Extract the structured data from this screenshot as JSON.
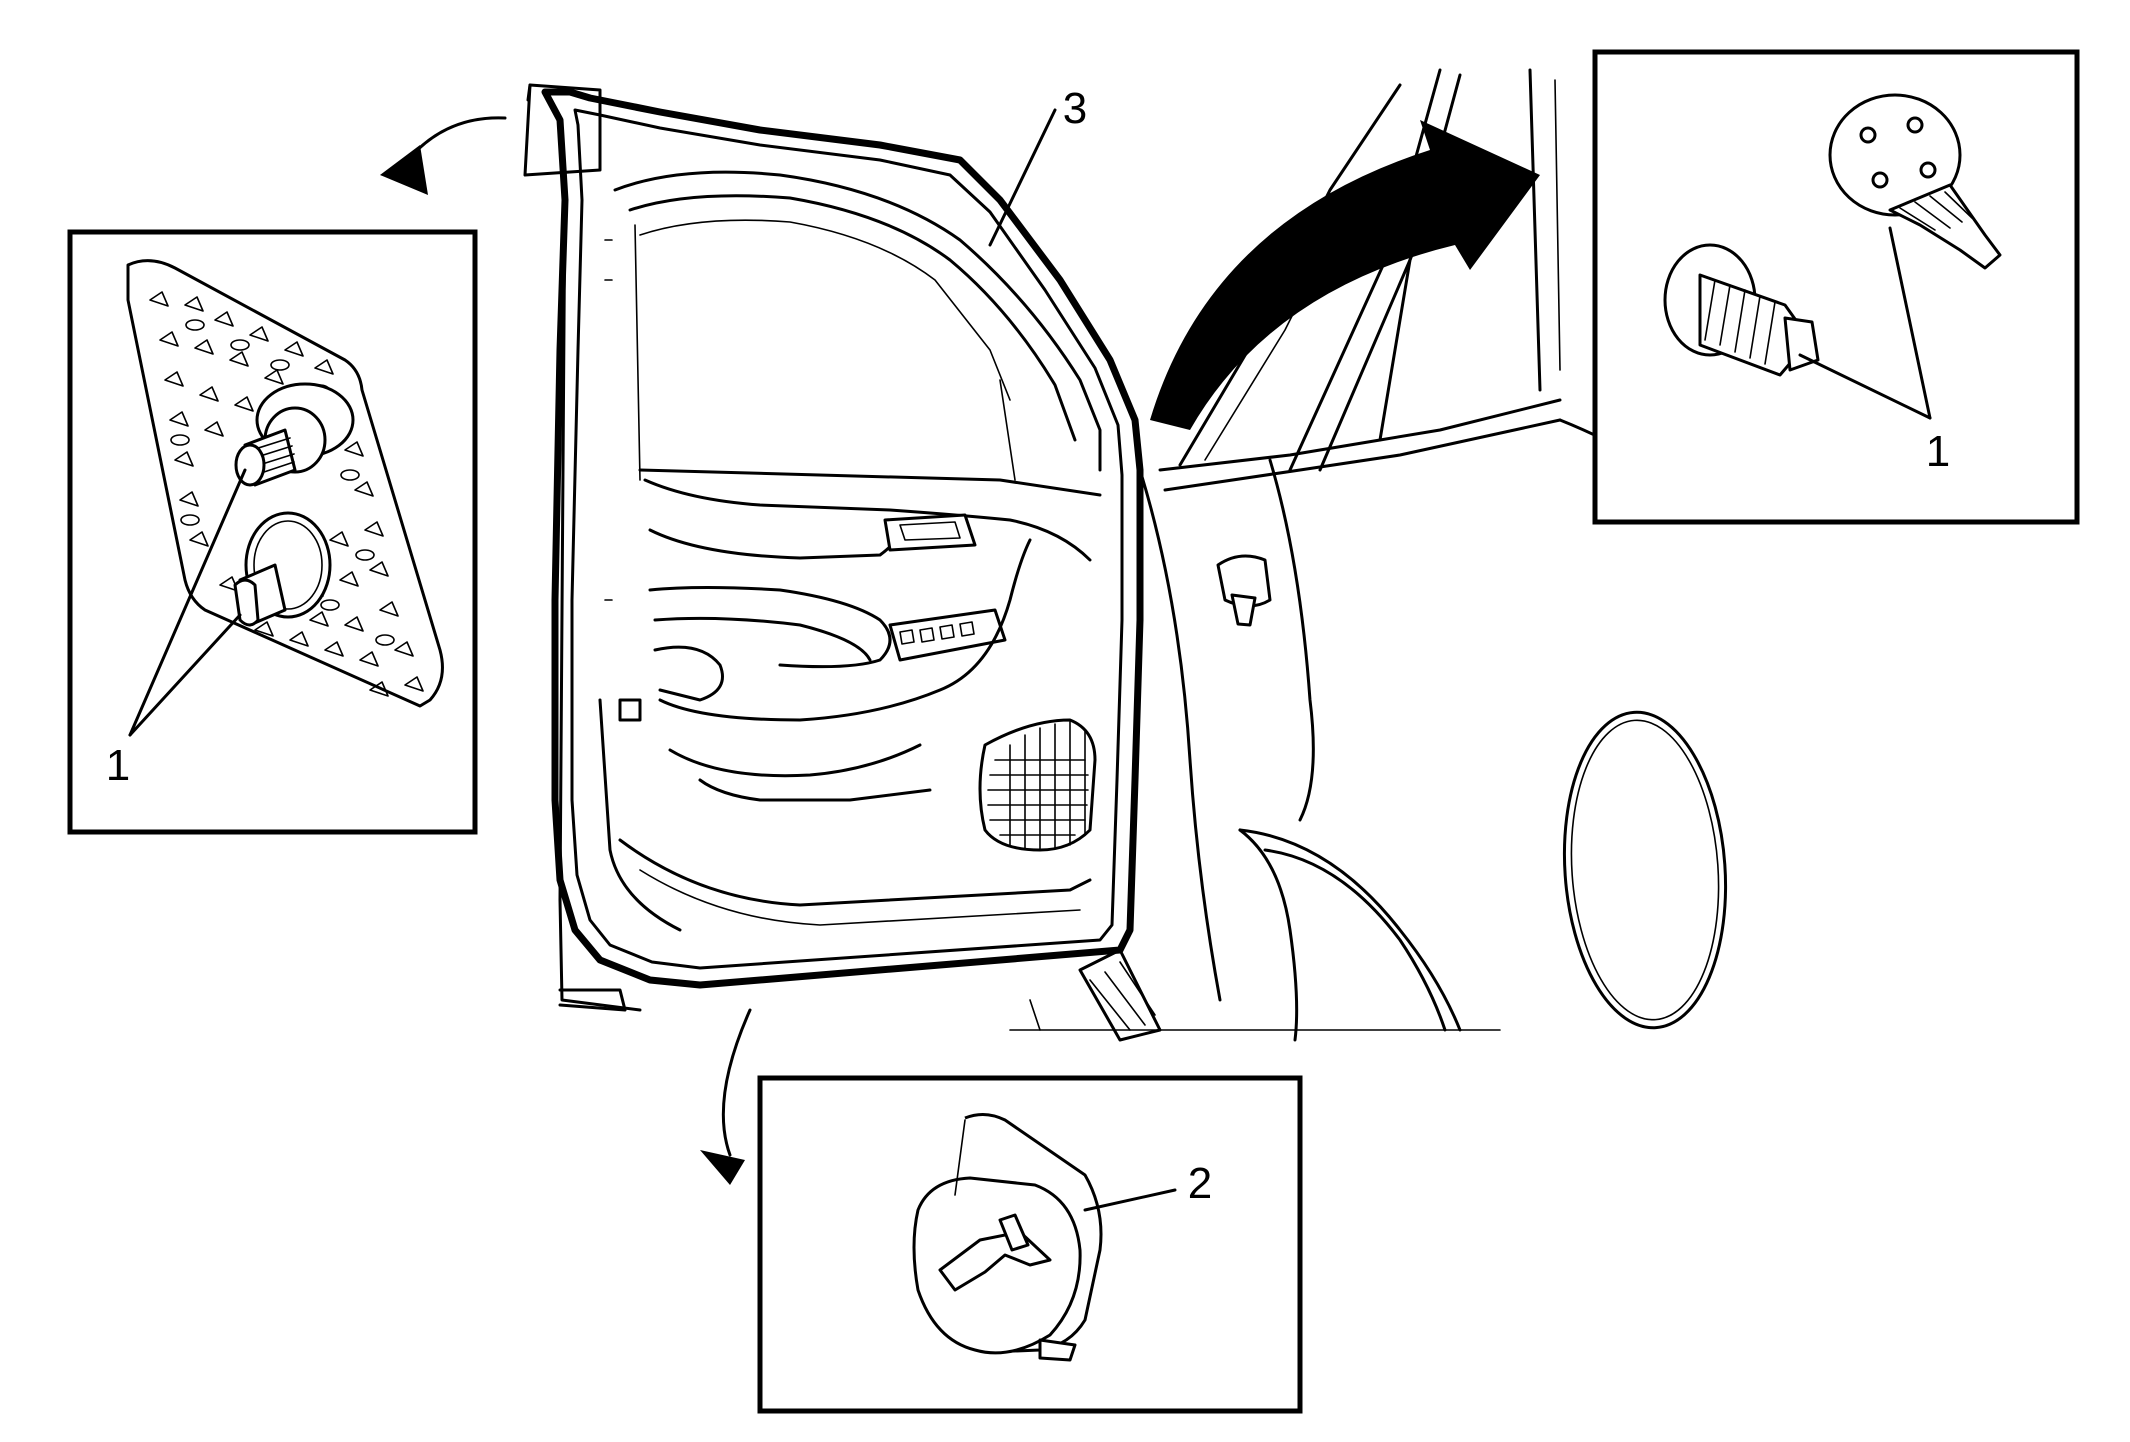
{
  "diagram": {
    "callouts": {
      "door_weatherstrip": "3",
      "retainer_top_right": "1",
      "retainer_left": "1",
      "retainer_bottom": "2"
    },
    "stroke_color": "#000000",
    "background_color": "#ffffff"
  }
}
